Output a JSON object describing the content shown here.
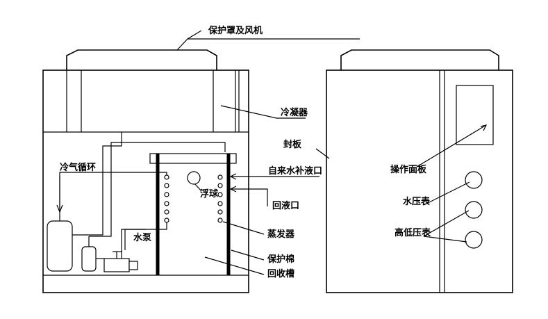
{
  "diagram": {
    "title": "冷水机组结构示意图"
  },
  "labels": {
    "cover_fan": "保护罩及风机",
    "condenser": "冷凝器",
    "seal_plate": "封板",
    "refrigerant_cycle": "冷气循环",
    "water_inlet": "自来水补液口",
    "float_ball": "浮球",
    "return_port": "回液口",
    "evaporator": "蒸发器",
    "pump": "水泵",
    "insulation": "保护棉",
    "recovery_tank": "回收槽",
    "control_panel": "操作面板",
    "water_gauge": "水压表",
    "hl_gauge": "高低压表"
  }
}
